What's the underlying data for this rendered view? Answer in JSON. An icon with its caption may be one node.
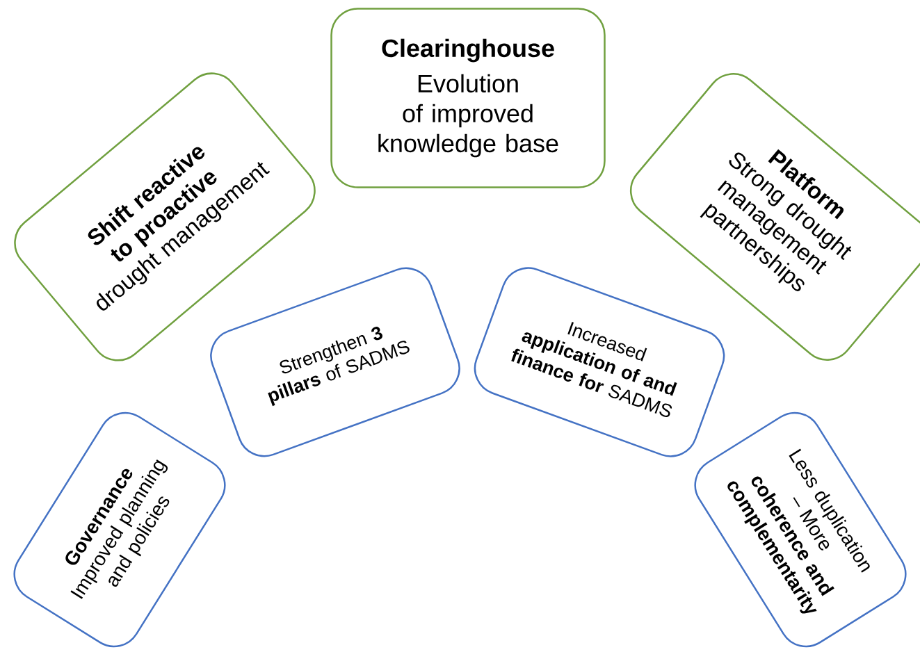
{
  "diagram": {
    "nodes": [
      {
        "text": [
          "Shift reactive to proactive",
          "drought management"
        ]
      },
      {
        "text": [
          "Clearinghouse",
          "Evolution of improved knowledge base"
        ]
      },
      {
        "text": [
          "Platform",
          "Strong drought management partnerships"
        ]
      },
      {
        "text": [
          "Strengthen **3 pillars** of SADMS"
        ]
      },
      {
        "text": [
          "Increased **application of and finance for** SADMS"
        ]
      },
      {
        "text": [
          "Governance",
          "Improved planning and policies"
        ]
      },
      {
        "text": [
          "Less duplication – More **coherence and complementarity**"
        ]
      }
    ]
  }
}
